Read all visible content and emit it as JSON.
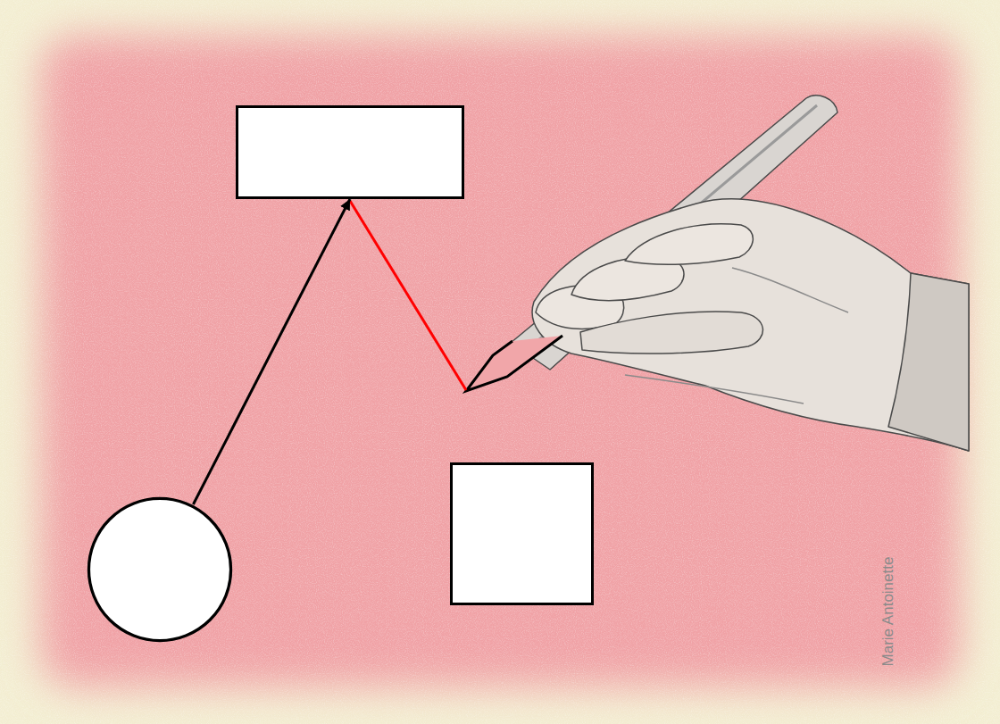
{
  "diagram": {
    "nodes": [
      {
        "text": []
      },
      {
        "text": []
      },
      {
        "text": []
      }
    ],
    "edges": [
      {
        "from": 1,
        "to": 0,
        "arrow": "to"
      }
    ],
    "labels": [
      "Marie Antoinette"
    ]
  }
}
